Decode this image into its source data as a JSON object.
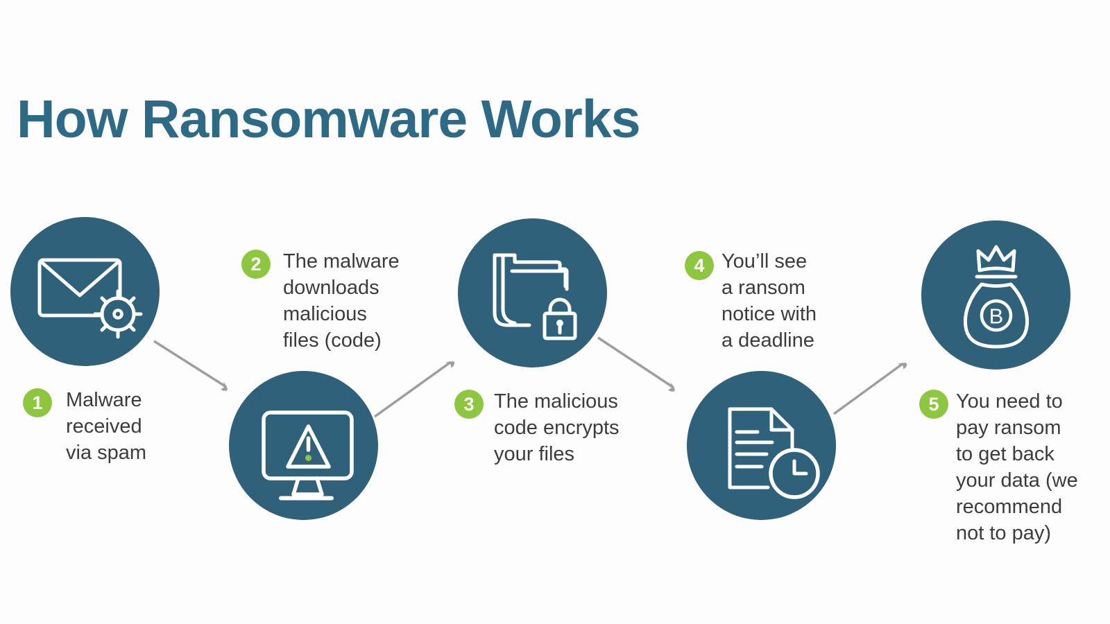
{
  "title": "How Ransomware Works",
  "colors": {
    "title": "#2d6a86",
    "step_circle": "#30617a",
    "badge": "#8ec63f",
    "arrow": "#9e9e9e",
    "body_text": "#3c3c3c",
    "icon_stroke": "#ffffff",
    "warning_dot": "#8ec63f",
    "background": "#fdfdfd"
  },
  "steps": [
    {
      "number": "1",
      "icon": "envelope-virus-icon",
      "text": "Malware\nreceived\nvia spam"
    },
    {
      "number": "2",
      "icon": "monitor-warning-icon",
      "text": "The malware\ndownloads\nmalicious\nfiles (code)"
    },
    {
      "number": "3",
      "icon": "folder-lock-icon",
      "text": "The malicious\ncode encrypts\nyour files"
    },
    {
      "number": "4",
      "icon": "document-clock-icon",
      "text": "You’ll see\na ransom\nnotice with\na deadline"
    },
    {
      "number": "5",
      "icon": "money-bag-bitcoin-icon",
      "text": "You need to\npay ransom\nto get back\nyour data (we\nrecommend\nnot to pay)"
    }
  ],
  "money_bag_currency_letter": "B"
}
